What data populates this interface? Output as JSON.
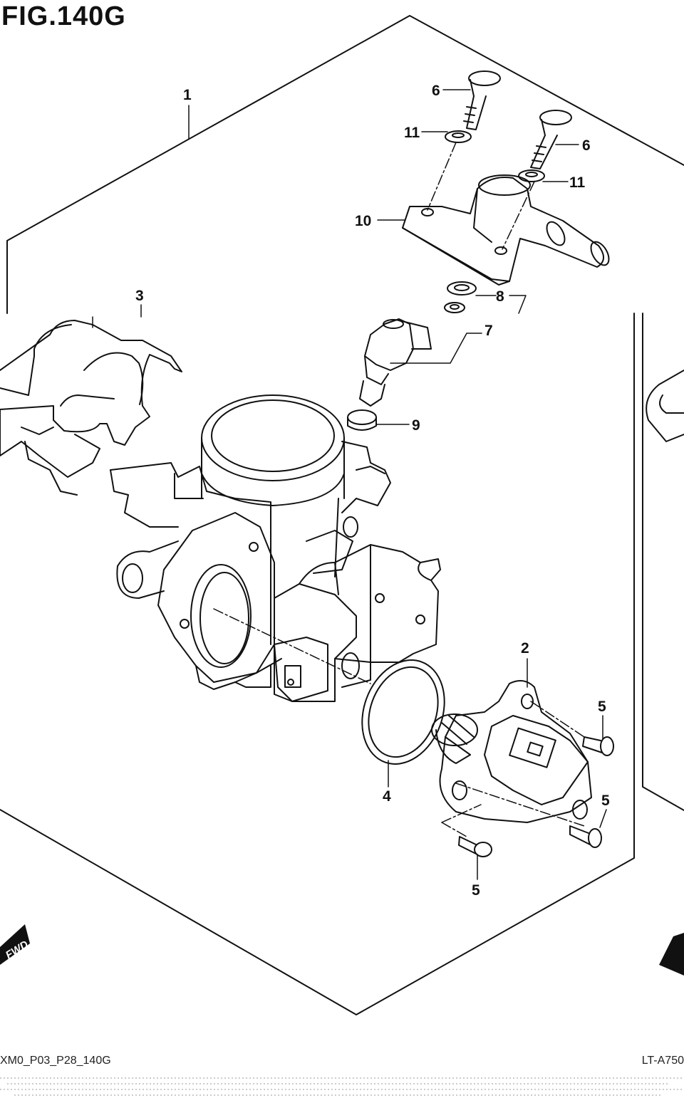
{
  "figure": {
    "title": "FIG.140G"
  },
  "footer": {
    "left_code": "XM0_P03_P28_140G",
    "right_code": "LT-A750"
  },
  "fwd_marker": {
    "text": "FWD"
  },
  "parts": [
    {
      "ref": "1",
      "label": "1"
    },
    {
      "ref": "2",
      "label": "2"
    },
    {
      "ref": "3",
      "label": "3"
    },
    {
      "ref": "4",
      "label": "4"
    },
    {
      "ref": "5a",
      "label": "5"
    },
    {
      "ref": "5b",
      "label": "5"
    },
    {
      "ref": "5c",
      "label": "5"
    },
    {
      "ref": "6a",
      "label": "6"
    },
    {
      "ref": "6b",
      "label": "6"
    },
    {
      "ref": "7",
      "label": "7"
    },
    {
      "ref": "8",
      "label": "8"
    },
    {
      "ref": "9",
      "label": "9"
    },
    {
      "ref": "10",
      "label": "10"
    },
    {
      "ref": "11a",
      "label": "11"
    },
    {
      "ref": "11b",
      "label": "11"
    }
  ],
  "colors": {
    "ink": "#111111",
    "paper": "#ffffff"
  }
}
